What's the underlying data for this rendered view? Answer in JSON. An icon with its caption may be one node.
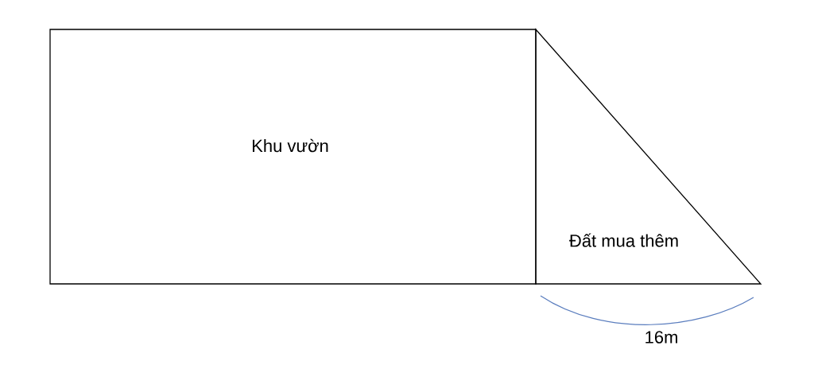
{
  "diagram": {
    "nodes": [
      {
        "text": [
          "Khu vườn"
        ]
      },
      {
        "text": [
          "Đất mua thêm"
        ]
      }
    ],
    "labels": [
      "16m"
    ]
  }
}
